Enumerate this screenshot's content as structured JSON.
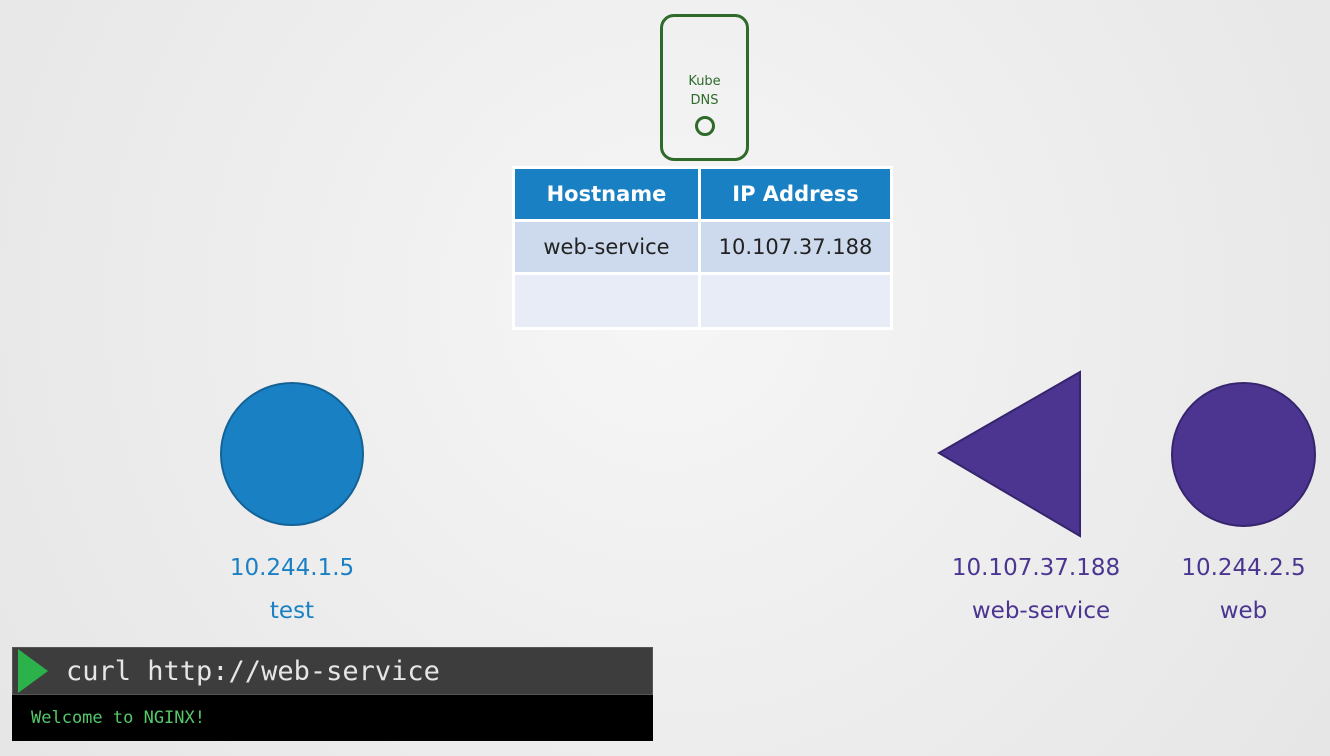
{
  "kube_dns": {
    "label_line1": "Kube",
    "label_line2": "DNS",
    "color": "#2e6b2a"
  },
  "dns_table": {
    "headers": [
      "Hostname",
      "IP Address"
    ],
    "rows": [
      [
        "web-service",
        "10.107.37.188"
      ],
      [
        "",
        ""
      ]
    ],
    "header_color": "#1a80c4"
  },
  "pods": {
    "test": {
      "ip": "10.244.1.5",
      "name": "test",
      "color": "#1a80c4"
    },
    "web_service": {
      "ip": "10.107.37.188",
      "name": "web-service",
      "color": "#4b3591"
    },
    "web": {
      "ip": "10.244.2.5",
      "name": "web",
      "color": "#4b3591"
    }
  },
  "terminal": {
    "command": "curl http://web-service",
    "output": "Welcome to NGINX!"
  }
}
